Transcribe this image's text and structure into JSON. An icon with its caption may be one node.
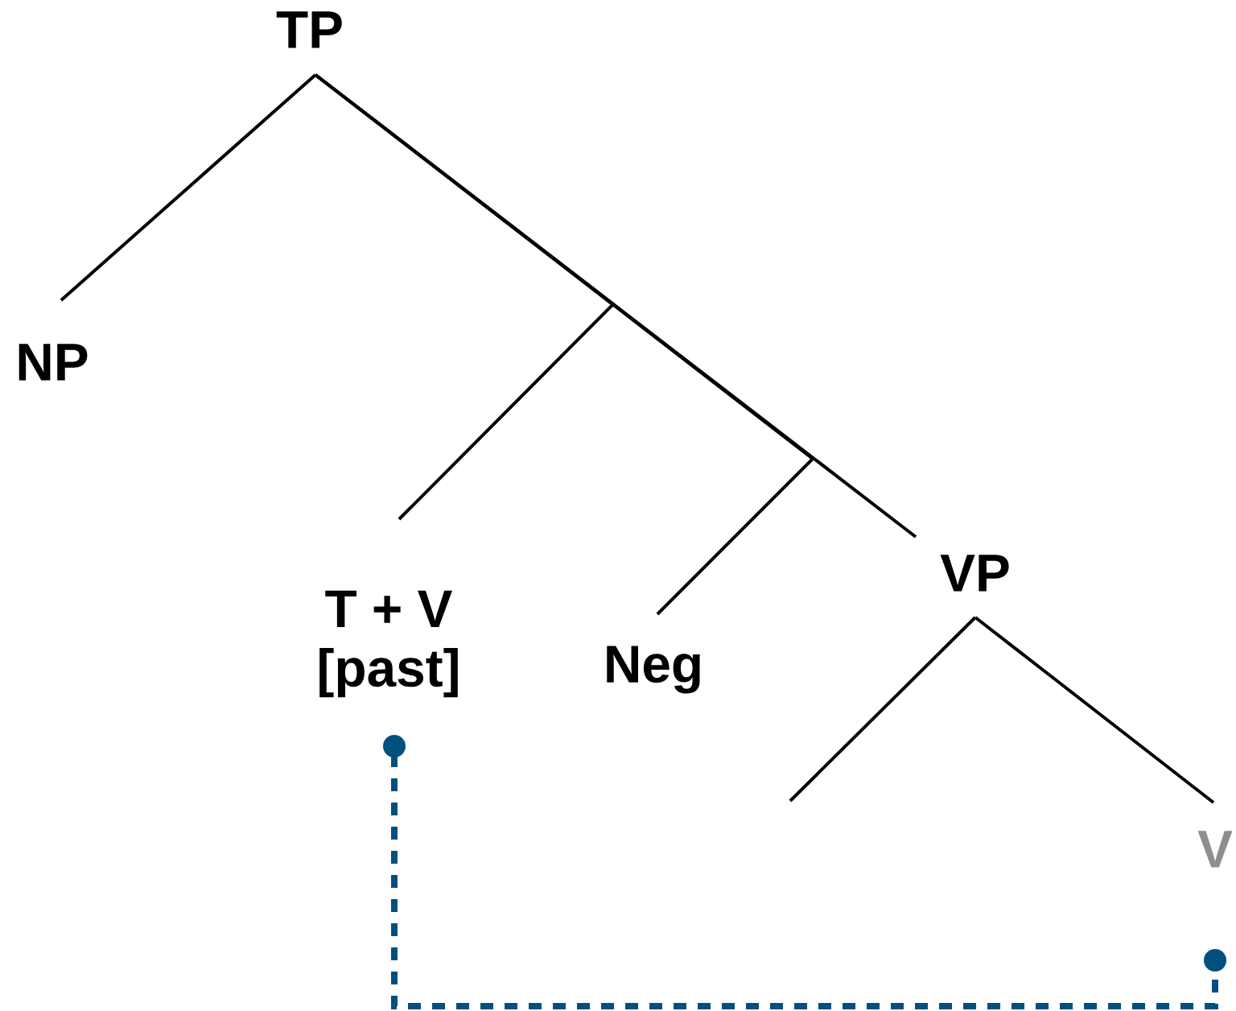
{
  "diagram": {
    "nodes": [
      {
        "text": [
          "TP"
        ]
      },
      {
        "text": [
          "NP"
        ]
      },
      {
        "text": [
          "T + V",
          "[past]"
        ]
      },
      {
        "text": [
          "Neg"
        ]
      },
      {
        "text": [
          "VP"
        ]
      },
      {
        "text": [
          "V"
        ]
      }
    ],
    "edges": [
      {
        "from": 0,
        "to": 1,
        "arrow": "none"
      },
      {
        "from": 0,
        "to": 2,
        "arrow": "none"
      },
      {
        "from": 0,
        "to": 3,
        "arrow": "none"
      },
      {
        "from": 0,
        "to": 4,
        "arrow": "none"
      },
      {
        "from": 4,
        "to": null,
        "arrow": "none"
      },
      {
        "from": 4,
        "to": 5,
        "arrow": "none"
      },
      {
        "from": 2,
        "to": 5,
        "arrow": "other",
        "style": "dashed",
        "color": "#02507f"
      }
    ]
  }
}
